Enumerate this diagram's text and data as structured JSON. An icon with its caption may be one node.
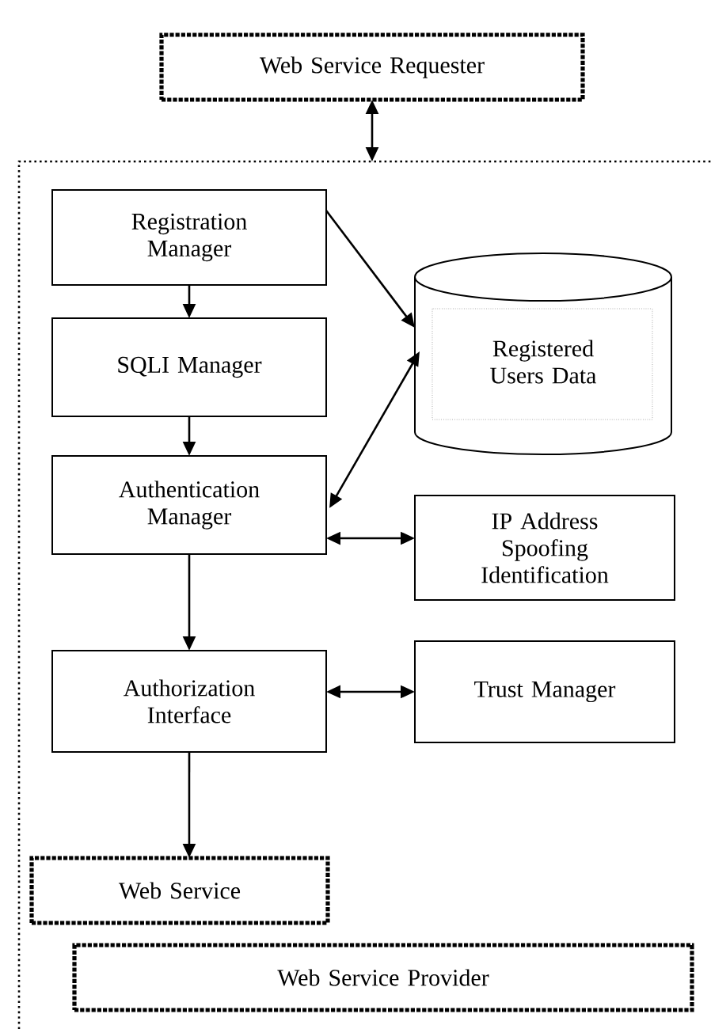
{
  "diagram": {
    "nodes": [
      {
        "text": [
          "Web Service Requester"
        ]
      },
      {
        "text": [],
        "shape": "box"
      },
      {
        "text": [
          "Registration Manager"
        ],
        "in": 1
      },
      {
        "text": [
          "Registered Users Data"
        ],
        "in": 1
      },
      {
        "text": [
          "SQLI Manager"
        ],
        "in": 1
      },
      {
        "text": [
          "Authentication Manager"
        ],
        "in": 1
      },
      {
        "text": [
          "IP Address Spoofing Identification"
        ],
        "in": 1
      },
      {
        "text": [
          "Authorization Interface"
        ],
        "in": 1
      },
      {
        "text": [
          "Trust Manager"
        ],
        "in": 1
      },
      {
        "text": [
          "Web Service"
        ],
        "in": 1
      },
      {
        "text": [
          "Web Service Provider"
        ],
        "in": 1
      }
    ],
    "edges": [
      {
        "from": 0,
        "to": 1,
        "arrow": "both"
      },
      {
        "from": 2,
        "to": 4,
        "arrow": "to"
      },
      {
        "from": 2,
        "to": 3,
        "arrow": "to"
      },
      {
        "from": 4,
        "to": 5,
        "arrow": "to"
      },
      {
        "from": 5,
        "to": 3,
        "arrow": "both"
      },
      {
        "from": 5,
        "to": 6,
        "arrow": "both"
      },
      {
        "from": 5,
        "to": 7,
        "arrow": "to"
      },
      {
        "from": 7,
        "to": 8,
        "arrow": "both"
      },
      {
        "from": 7,
        "to": 9,
        "arrow": "to"
      }
    ]
  }
}
